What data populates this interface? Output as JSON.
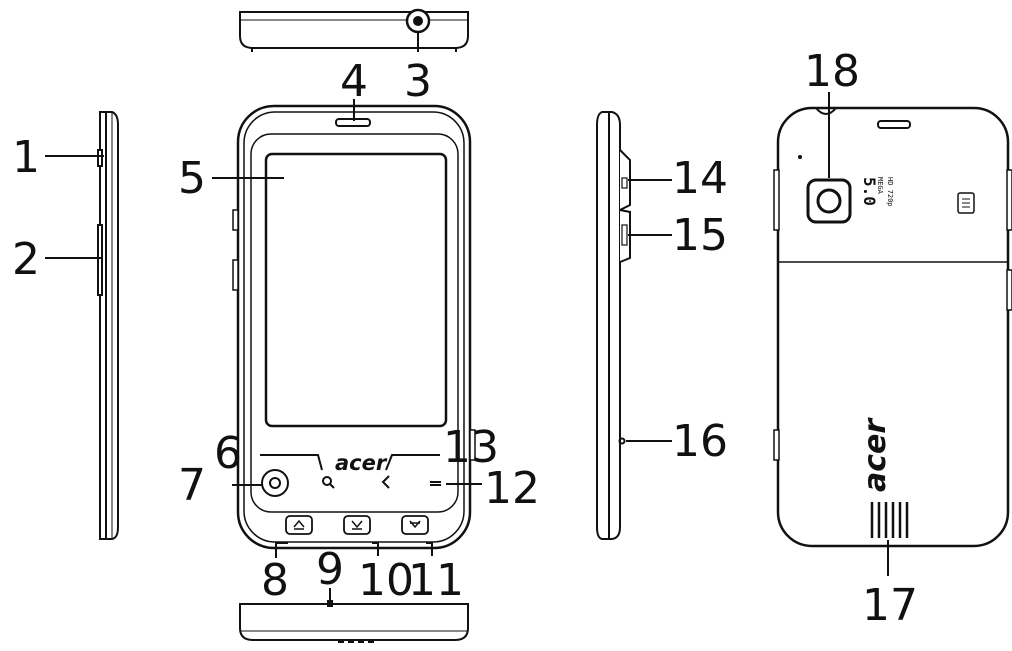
{
  "diagram": {
    "brand_front": "acer",
    "brand_back": "acer",
    "camera_badge_top": "5.0",
    "camera_badge_mid": "MEGA",
    "camera_badge_bottom": "HD 720p",
    "callouts": [
      "1",
      "2",
      "3",
      "4",
      "5",
      "6",
      "7",
      "8",
      "9",
      "10",
      "11",
      "12",
      "13",
      "14",
      "15",
      "16",
      "17",
      "18"
    ]
  },
  "colors": {
    "line": "#111111",
    "fill": "#ffffff",
    "shade": "#e9e9e9"
  }
}
